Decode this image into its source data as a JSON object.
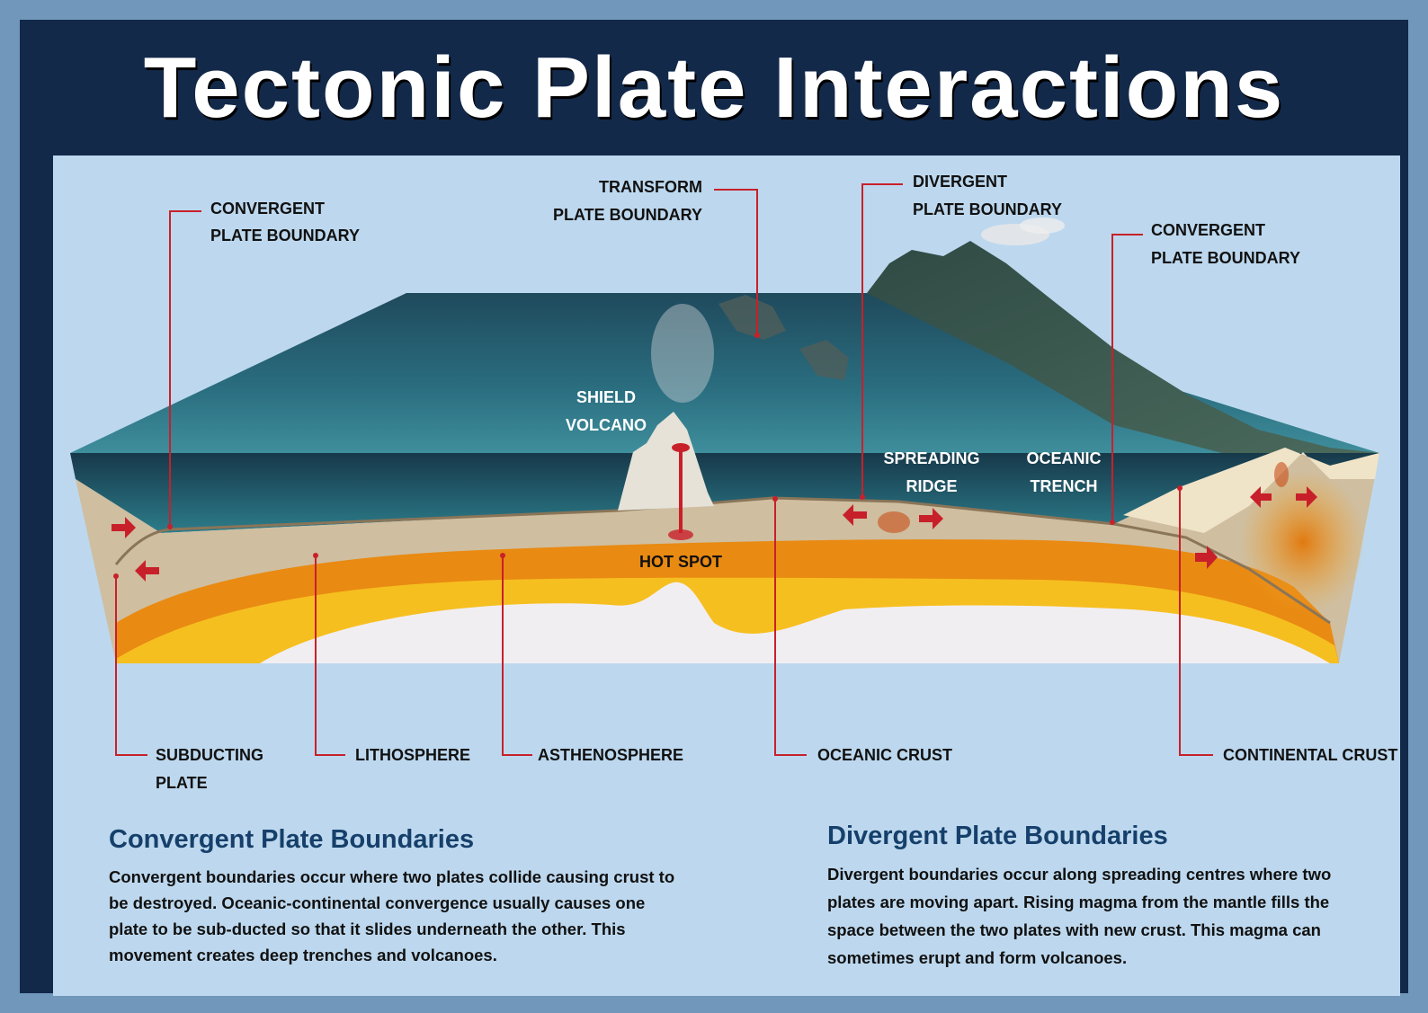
{
  "title": "Tectonic Plate Interactions",
  "labels": {
    "convergent_left": [
      "CONVERGENT",
      "PLATE BOUNDARY"
    ],
    "transform": [
      "TRANSFORM",
      "PLATE BOUNDARY"
    ],
    "divergent": [
      "DIVERGENT",
      "PLATE BOUNDARY"
    ],
    "convergent_right": [
      "CONVERGENT",
      "PLATE BOUNDARY"
    ],
    "shield_volcano": [
      "SHIELD",
      "VOLCANO"
    ],
    "spreading_ridge": [
      "SPREADING",
      "RIDGE"
    ],
    "oceanic_trench": [
      "OCEANIC",
      "TRENCH"
    ],
    "hot_spot": "HOT SPOT",
    "subducting_plate": [
      "SUBDUCTING",
      "PLATE"
    ],
    "lithosphere": "LITHOSPHERE",
    "asthenosphere": "ASTHENOSPHERE",
    "oceanic_crust": "OCEANIC CRUST",
    "continental_crust": "CONTINENTAL CRUST"
  },
  "sections": {
    "convergent": {
      "heading": "Convergent Plate Boundaries",
      "body": "Convergent boundaries occur where two plates collide causing crust to be destroyed. Oceanic-continental convergence usually causes one plate to be sub-ducted so that it slides underneath the other. This movement creates deep trenches and volcanoes."
    },
    "divergent": {
      "heading": "Divergent Plate Boundaries",
      "body": "Divergent boundaries occur along spreading centres where two plates are moving apart. Rising magma from the mantle fills the space between the two plates with new crust. This magma can sometimes erupt and form volcanoes."
    }
  },
  "colors": {
    "frame": "#13294a",
    "panel": "#bdd8ee",
    "heading": "#16406b",
    "leader": "#c8202a",
    "ocean": "#1d5a6e",
    "crust": "#cfbea0",
    "asthenosphere": "#e98a12",
    "mantle": "#f6bf20"
  }
}
